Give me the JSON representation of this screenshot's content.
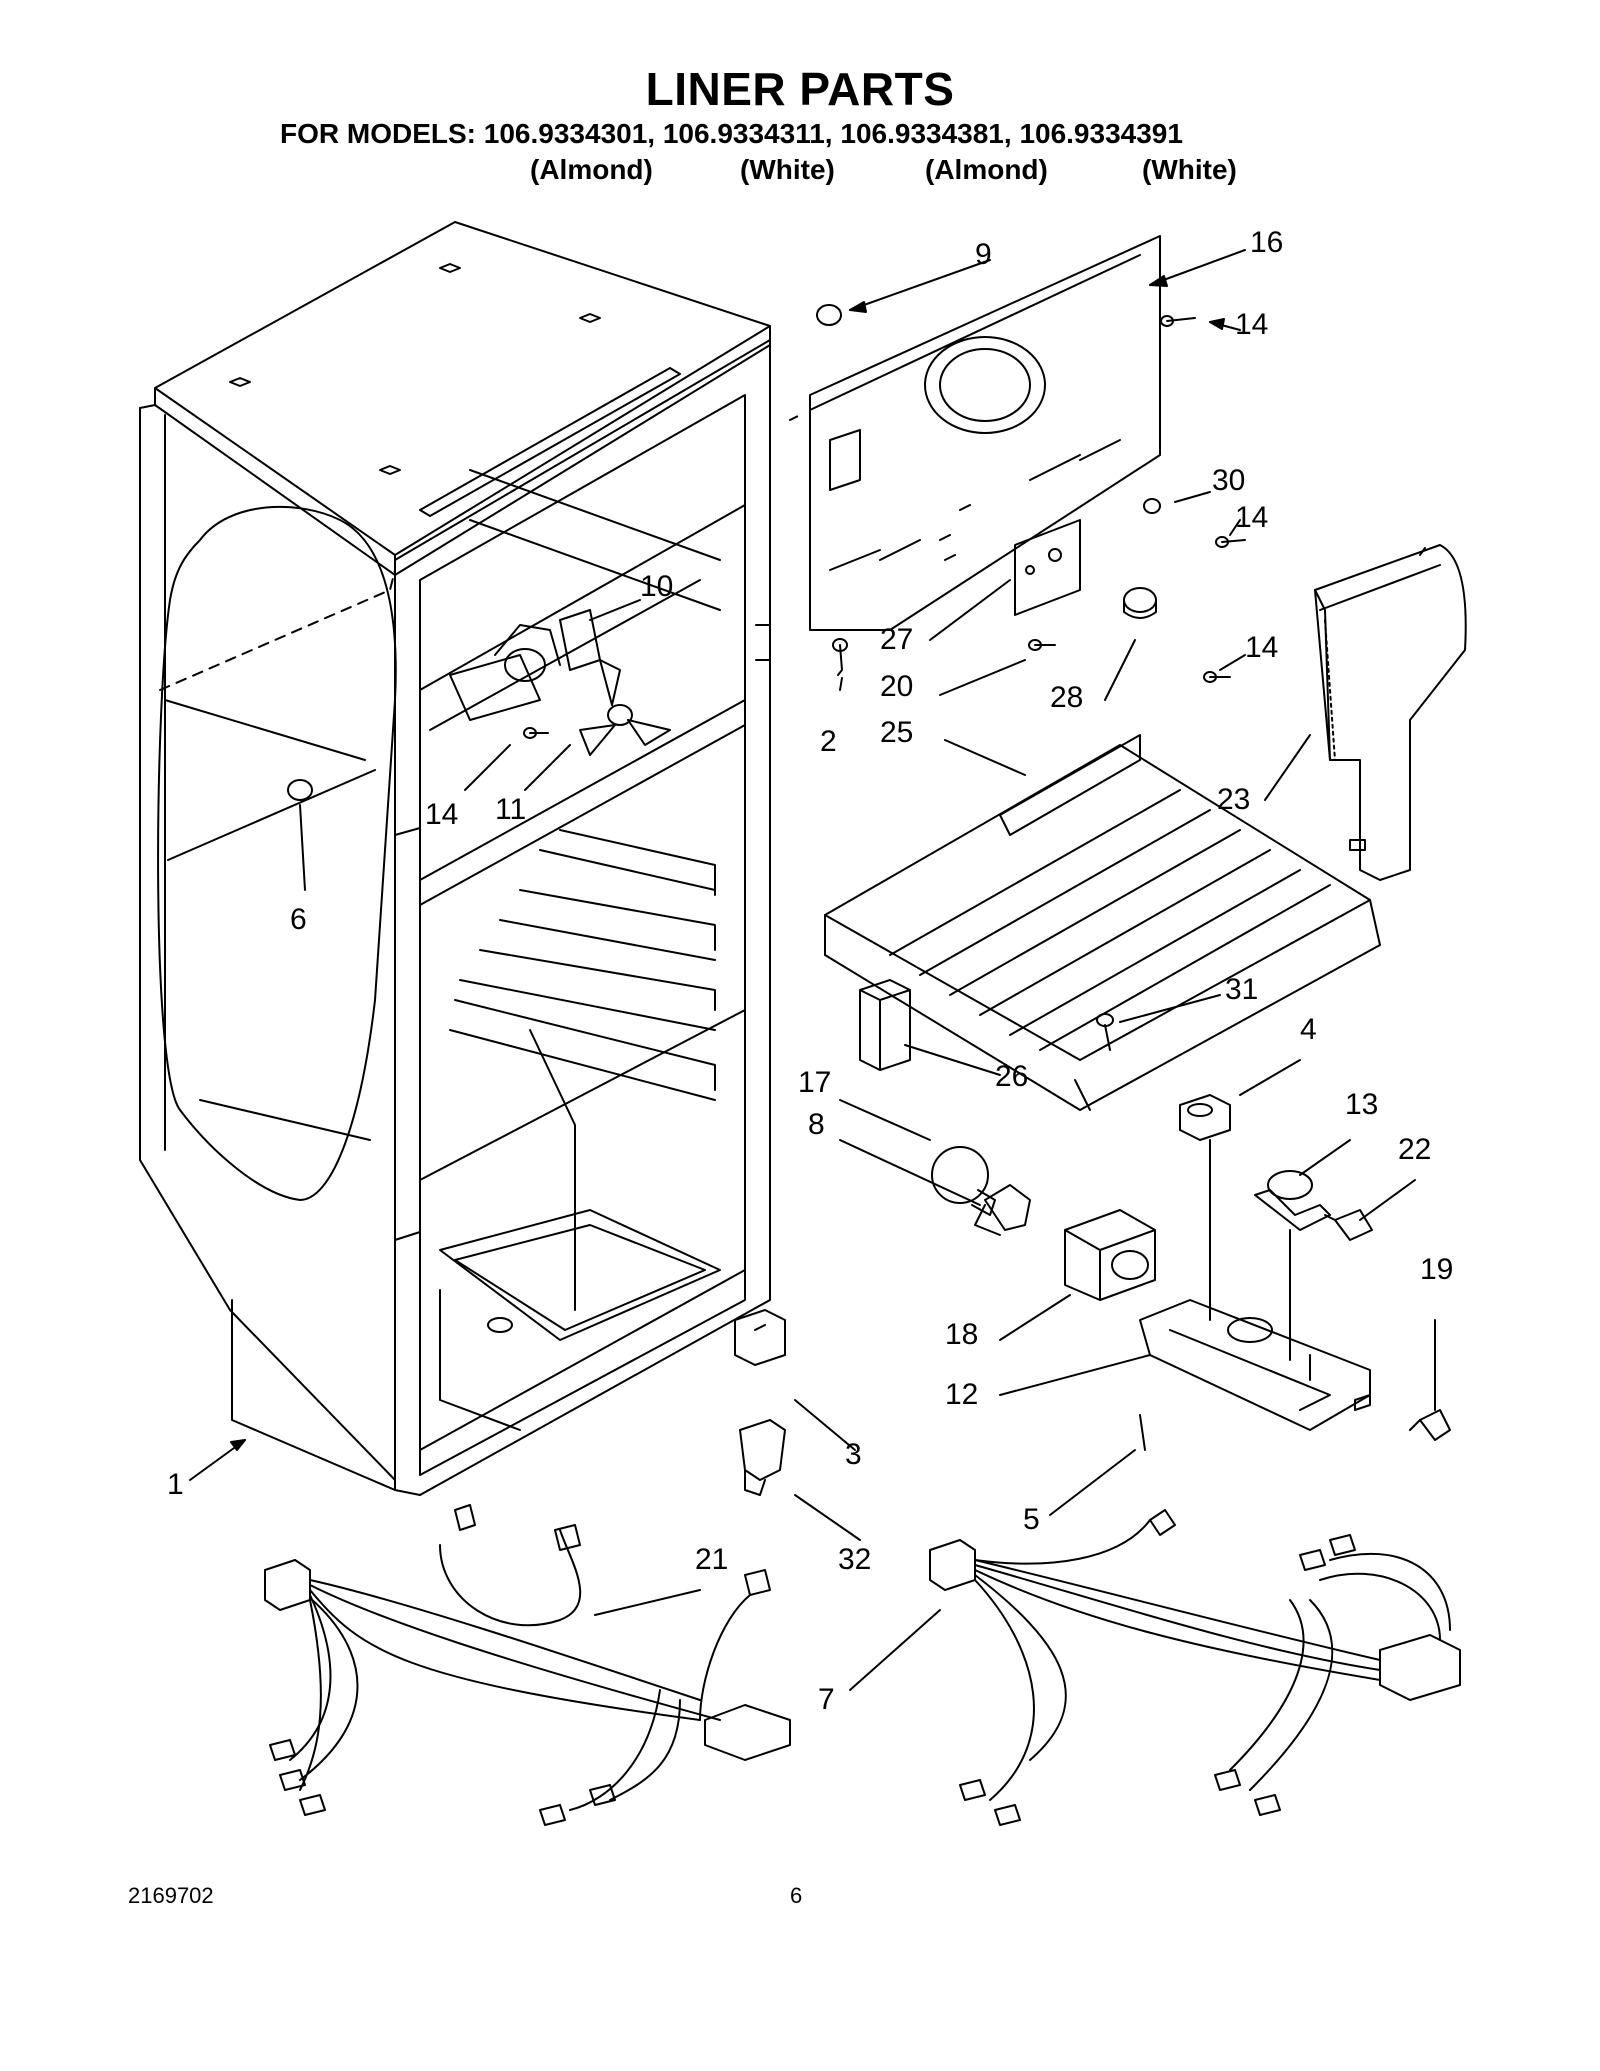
{
  "header": {
    "title": "LINER PARTS",
    "models_prefix": "FOR MODELS:",
    "models": [
      {
        "number": "106.9334301,",
        "color": "(Almond)"
      },
      {
        "number": "106.9334311,",
        "color": "(White)"
      },
      {
        "number": "106.9334381,",
        "color": "(Almond)"
      },
      {
        "number": "106.9334391",
        "color": "(White)"
      }
    ]
  },
  "callouts": [
    "1",
    "2",
    "3",
    "4",
    "5",
    "6",
    "7",
    "8",
    "9",
    "10",
    "11",
    "12",
    "13",
    "14",
    "14",
    "14",
    "14",
    "16",
    "17",
    "18",
    "19",
    "20",
    "21",
    "22",
    "23",
    "25",
    "26",
    "27",
    "28",
    "30",
    "31",
    "32"
  ],
  "footer": {
    "doc_number": "2169702",
    "page_number": "6"
  }
}
